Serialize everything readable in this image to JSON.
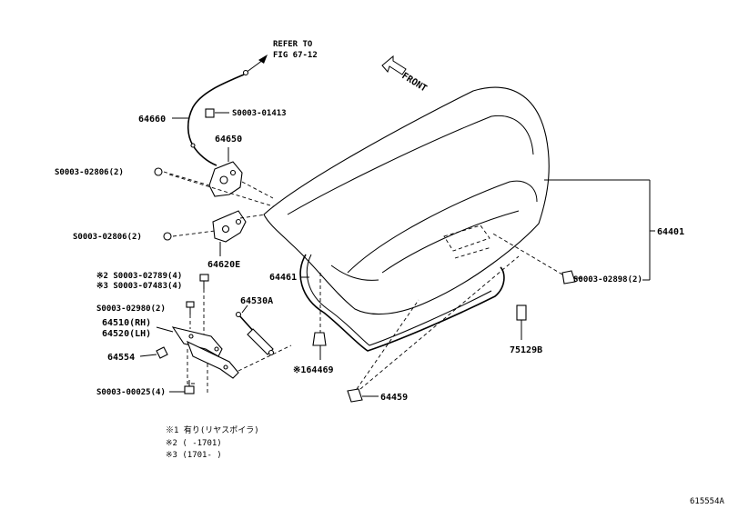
{
  "refer": {
    "line1": "REFER TO",
    "line2": "FIG 67-12"
  },
  "front": "FRONT",
  "labels": {
    "p64660": "64660",
    "s01413": "S0003-01413",
    "p64650": "64650",
    "s02806a": "S0003-02806(2)",
    "s02806b": "S0003-02806(2)",
    "p64620e": "64620E",
    "s02789": "※2 S0003-02789(4)",
    "s07483": "※3 S0003-07483(4)",
    "s02980": "S0003-02980(2)",
    "p64510": "64510(RH)",
    "p64520": "64520(LH)",
    "p64554": "64554",
    "s00025": "S0003-00025(4)",
    "p64530a": "64530A",
    "p64461": "64461",
    "p64469": "※164469",
    "p64459": "64459",
    "p64401": "64401",
    "s02898": "S0003-02898(2)",
    "p75129b": "75129B"
  },
  "notes": {
    "n1": "※1 有り(リヤスポイラ)",
    "n2": "※2 (      -1701)",
    "n3": "※3 (1701-      )"
  },
  "figure_id": "615554A"
}
